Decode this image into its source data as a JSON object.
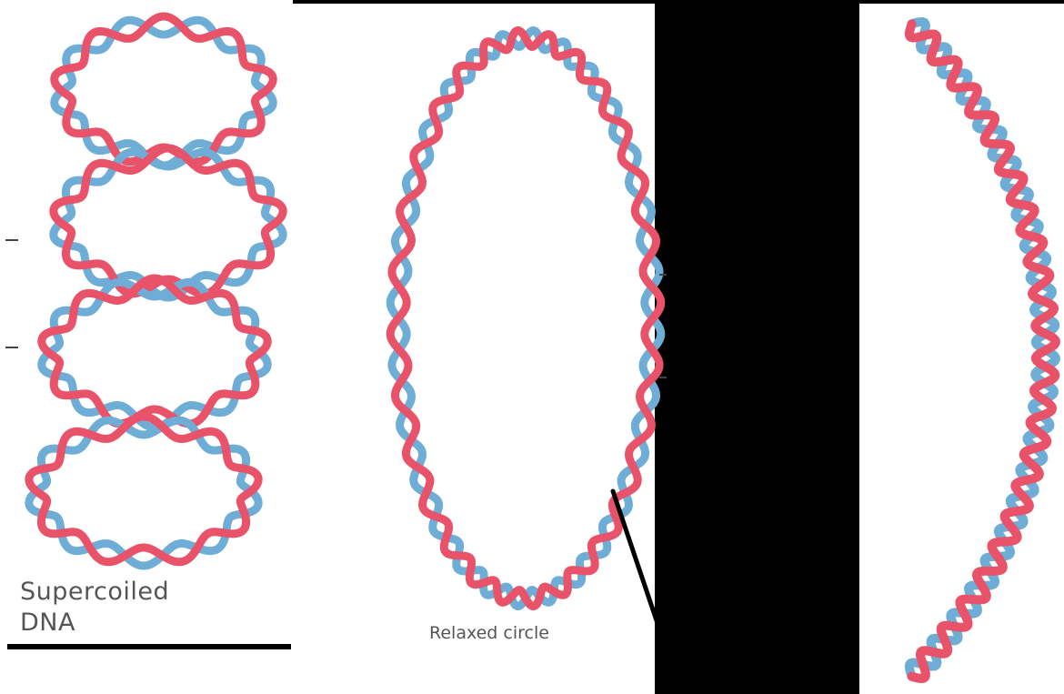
{
  "colors": {
    "strand_a": "#e8536a",
    "strand_b": "#6eaed6",
    "background": "#ffffff",
    "frame": "#000000",
    "text": "#555555",
    "pointer": "#000000"
  },
  "left_caption": {
    "line1": "Supercoiled",
    "line2": "DNA"
  },
  "middle_caption": "Relaxed circle"
}
